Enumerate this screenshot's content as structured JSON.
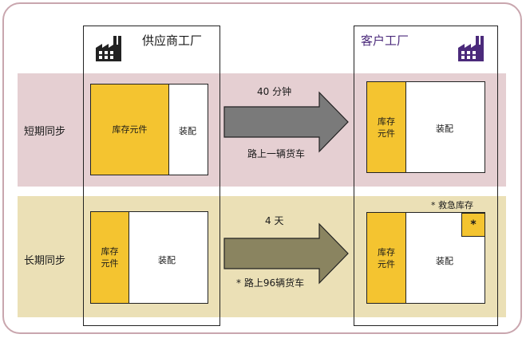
{
  "supplier": {
    "title": "供应商工厂",
    "icon": "factory-icon",
    "icon_color": "#222222"
  },
  "customer": {
    "title": "客户工厂",
    "icon": "factory-icon",
    "icon_color": "#4b2a7b",
    "title_color": "#4b2a7b"
  },
  "rows": {
    "short": {
      "label": "短期同步",
      "supplier_inventory": "库存元件",
      "supplier_assembly": "装配",
      "transit_time": "40  分钟",
      "transit_note": "路上一辆货车",
      "customer_inventory": "库存\n元件",
      "customer_assembly": "装配",
      "arrow_color": "#7a7a7a",
      "band_color": "#e5cfd2"
    },
    "long": {
      "label": "长期同步",
      "supplier_inventory": "库存\n元件",
      "supplier_assembly": "装配",
      "transit_time": "4  天",
      "transit_note": "*  路上96辆货车",
      "customer_inventory": "库存\n元件",
      "customer_assembly": "装配",
      "emergency_label": "*  救急库存",
      "emergency_marker": "*",
      "arrow_color": "#8a8460",
      "band_color": "#ebe0b6"
    }
  },
  "colors": {
    "inventory": "#f4c430",
    "frame_border": "#c9a6ae"
  }
}
